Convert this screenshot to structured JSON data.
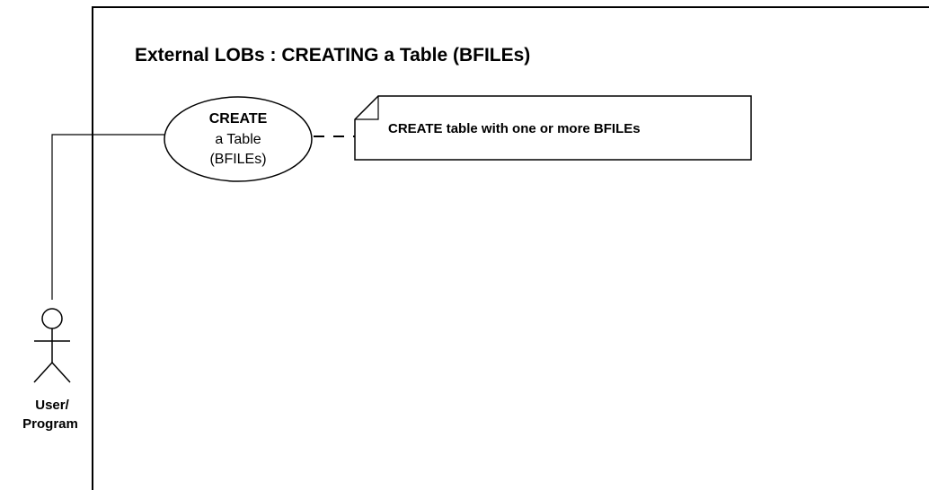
{
  "diagram": {
    "title": "External LOBs : CREATING a Table (BFILEs)",
    "use_case": {
      "line1": "CREATE",
      "line2": "a Table",
      "line3": "(BFILEs)"
    },
    "note": {
      "text": "CREATE table with one or more BFILEs"
    },
    "actor": {
      "line1": "User/",
      "line2": "Program"
    }
  }
}
